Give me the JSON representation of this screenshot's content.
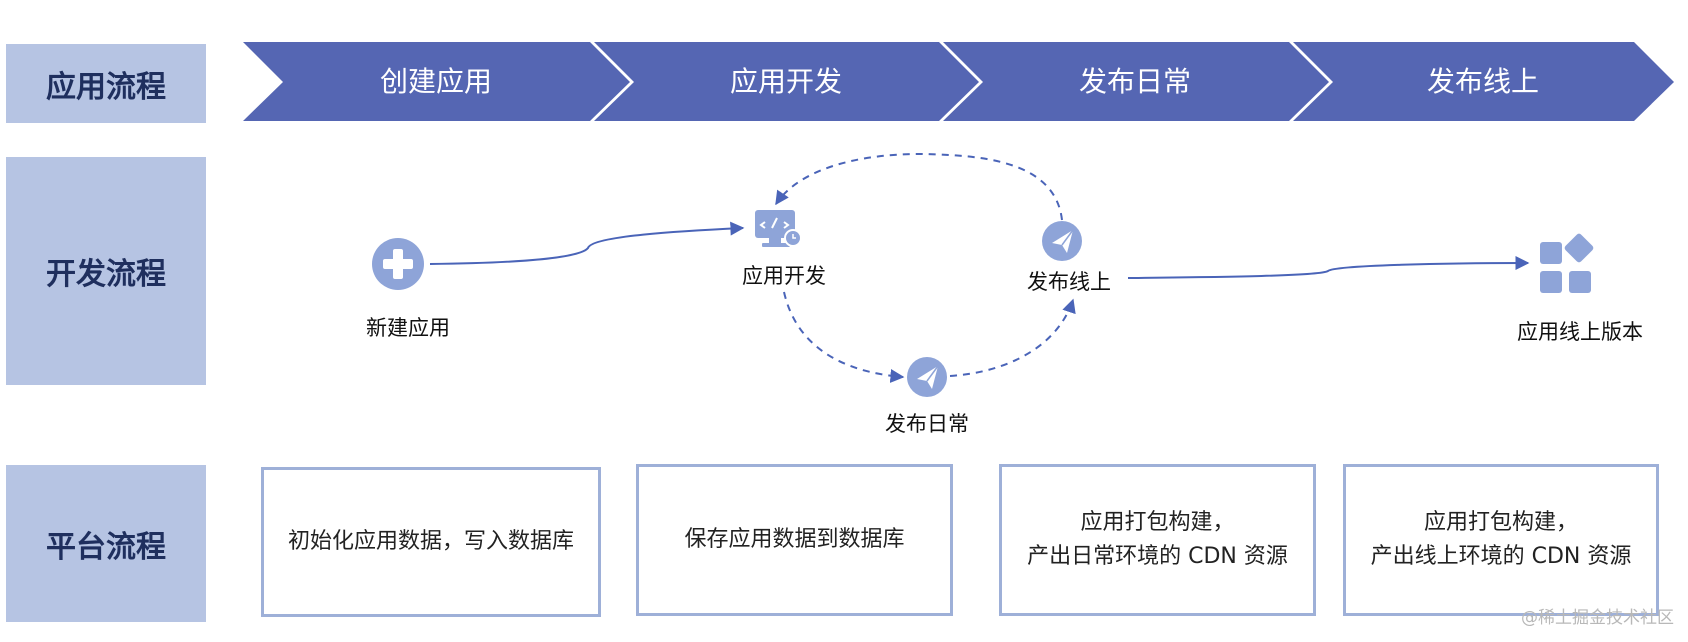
{
  "rows": {
    "app_flow": "应用流程",
    "dev_flow": "开发流程",
    "platform_flow": "平台流程"
  },
  "stages": [
    "创建应用",
    "应用开发",
    "发布日常",
    "发布线上"
  ],
  "dev_nodes": {
    "new_app": "新建应用",
    "develop": "应用开发",
    "publish_online": "发布线上",
    "publish_daily": "发布日常",
    "online_version": "应用线上版本"
  },
  "platform_steps": [
    {
      "line1": "初始化应用数据，写入数据库",
      "line2": ""
    },
    {
      "line1": "保存应用数据到数据库",
      "line2": ""
    },
    {
      "line1": "应用打包构建，",
      "line2": "产出日常环境的 CDN 资源"
    },
    {
      "line1": "应用打包构建，",
      "line2": "产出线上环境的 CDN 资源"
    }
  ],
  "watermark": "@稀土掘金技术社区",
  "colors": {
    "chevron": "#5566b3",
    "label_bg": "#b6c4e3",
    "label_text": "#1f2f5e",
    "icon": "#8ea4d8",
    "line": "#4a64b8",
    "box_border": "#9eb0d8"
  },
  "icons": [
    "plus-circle-icon",
    "code-monitor-icon",
    "paper-plane-icon",
    "paper-plane-icon",
    "apps-grid-icon"
  ]
}
